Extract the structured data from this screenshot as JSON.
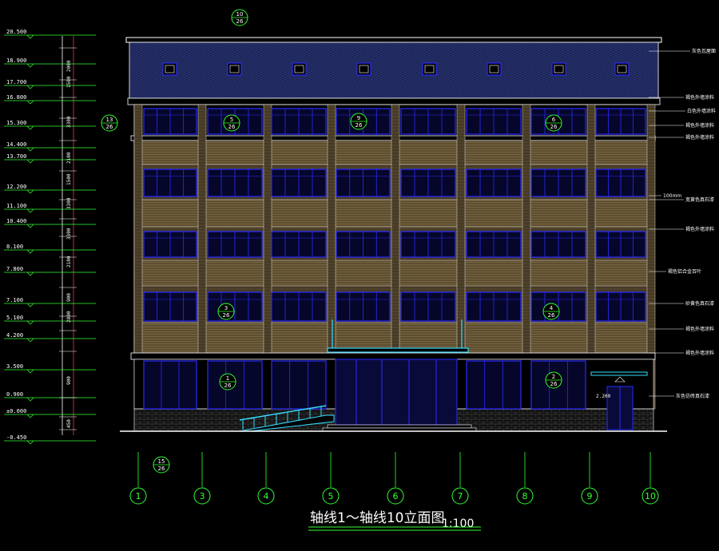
{
  "drawing": {
    "title": "轴线1～轴线10立面图",
    "scale": "1:100",
    "colors": {
      "background": "#000000",
      "axis": "#33ff33",
      "outline": "#ffffff",
      "window": "#2a2aff",
      "roof": "#1c2458",
      "wall": "#5a4a30",
      "band": "#6a5a3a",
      "cyan": "#33ddff",
      "dim_line": "#e04040"
    }
  },
  "levels": [
    "20.500",
    "18.900",
    "17.700",
    "16.800",
    "15.300",
    "14.400",
    "13.700",
    "12.200",
    "11.100",
    "10.400",
    "8.100",
    "7.800",
    "7.100",
    "5.100",
    "4.200",
    "3.500",
    "0.900",
    "±0.000",
    "-0.450"
  ],
  "dimensions": [
    "2000",
    "1500",
    "3300",
    "2100",
    "1500",
    "3300",
    "3300",
    "2100",
    "900",
    "2800",
    "900",
    "450"
  ],
  "axes": [
    "1",
    "3",
    "4",
    "5",
    "6",
    "7",
    "8",
    "9",
    "10"
  ],
  "detail_refs": [
    {
      "num": "10",
      "sheet": "26"
    },
    {
      "num": "13",
      "sheet": "26"
    },
    {
      "num": "5",
      "sheet": "26"
    },
    {
      "num": "9",
      "sheet": "26"
    },
    {
      "num": "6",
      "sheet": "26"
    },
    {
      "num": "3",
      "sheet": "26"
    },
    {
      "num": "4",
      "sheet": "26"
    },
    {
      "num": "1",
      "sheet": "26"
    },
    {
      "num": "2",
      "sheet": "26"
    },
    {
      "num": "15",
      "sheet": "26"
    }
  ],
  "annotations": [
    "灰色瓦屋面",
    "褐色外墙涂料",
    "白色外墙涂料",
    "褐色外墙涂料",
    "褐色外墙涂料",
    "100mm",
    "宽黄色真石漆",
    "褐色外墙涂料",
    "褐色铝合金百叶",
    "砂黄色真石漆",
    "褐色外墙涂料",
    "褐色外墙涂料",
    "灰色仿砖真石漆"
  ],
  "door_level": "2.200"
}
